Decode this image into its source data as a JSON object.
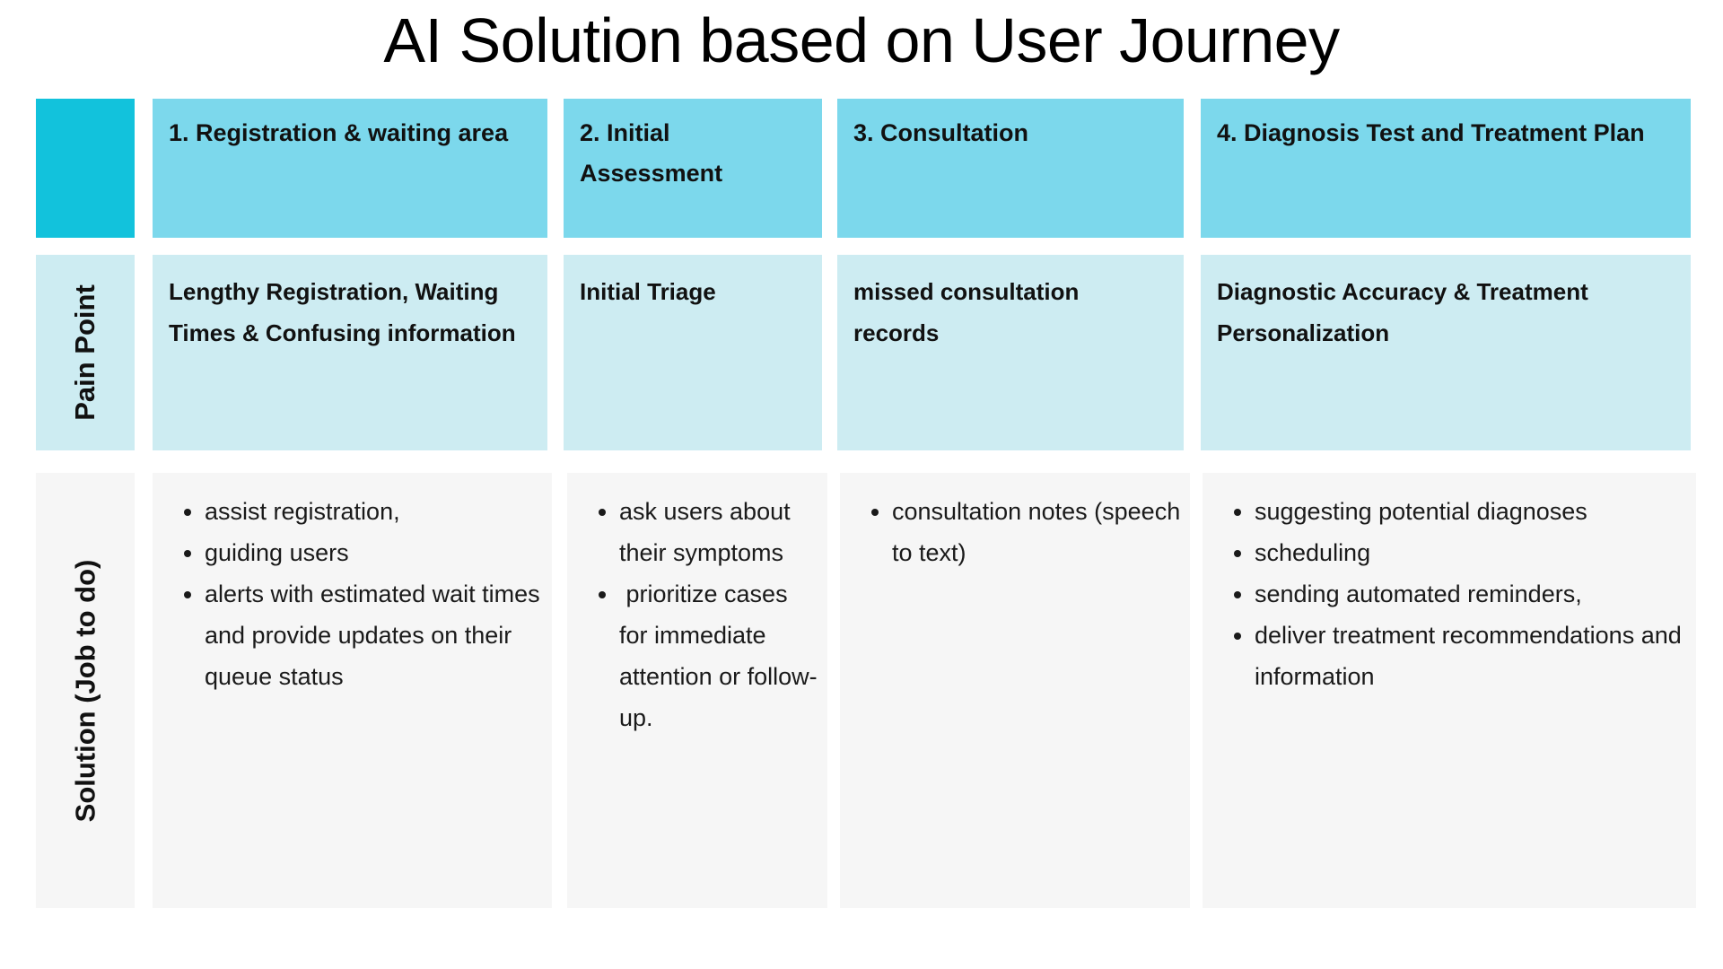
{
  "title": "AI Solution based on User Journey",
  "colors": {
    "corner_swatch": "#12C2DC",
    "stage_header": "#7CD8EC",
    "pain_point_row": "#CDECF2",
    "solution_row": "#F6F6F6",
    "text": "#111111",
    "background": "#FFFFFF"
  },
  "row_labels": {
    "pain_point": "Pain Point",
    "solution": "Solution (Job to do)"
  },
  "stages": [
    {
      "label": "1. Registration & waiting area"
    },
    {
      "label": "2. Initial Assessment"
    },
    {
      "label": "3. Consultation"
    },
    {
      "label": "4. Diagnosis Test and Treatment Plan"
    }
  ],
  "pain_points": [
    "Lengthy Registration, Waiting Times & Confusing information",
    "Initial Triage",
    "missed consultation records",
    "Diagnostic Accuracy & Treatment Personalization"
  ],
  "solutions": [
    {
      "bullets": [
        "assist registration,",
        "guiding users",
        "alerts with estimated wait times and provide updates on their queue status"
      ]
    },
    {
      "bullets": [
        "ask users about their symptoms",
        " prioritize cases for immediate attention or follow-up."
      ]
    },
    {
      "bullets": [
        "consultation notes (speech to text)"
      ]
    },
    {
      "bullets": [
        "suggesting potential diagnoses",
        "scheduling",
        "sending automated reminders,",
        "deliver treatment recommendations and information"
      ]
    }
  ]
}
